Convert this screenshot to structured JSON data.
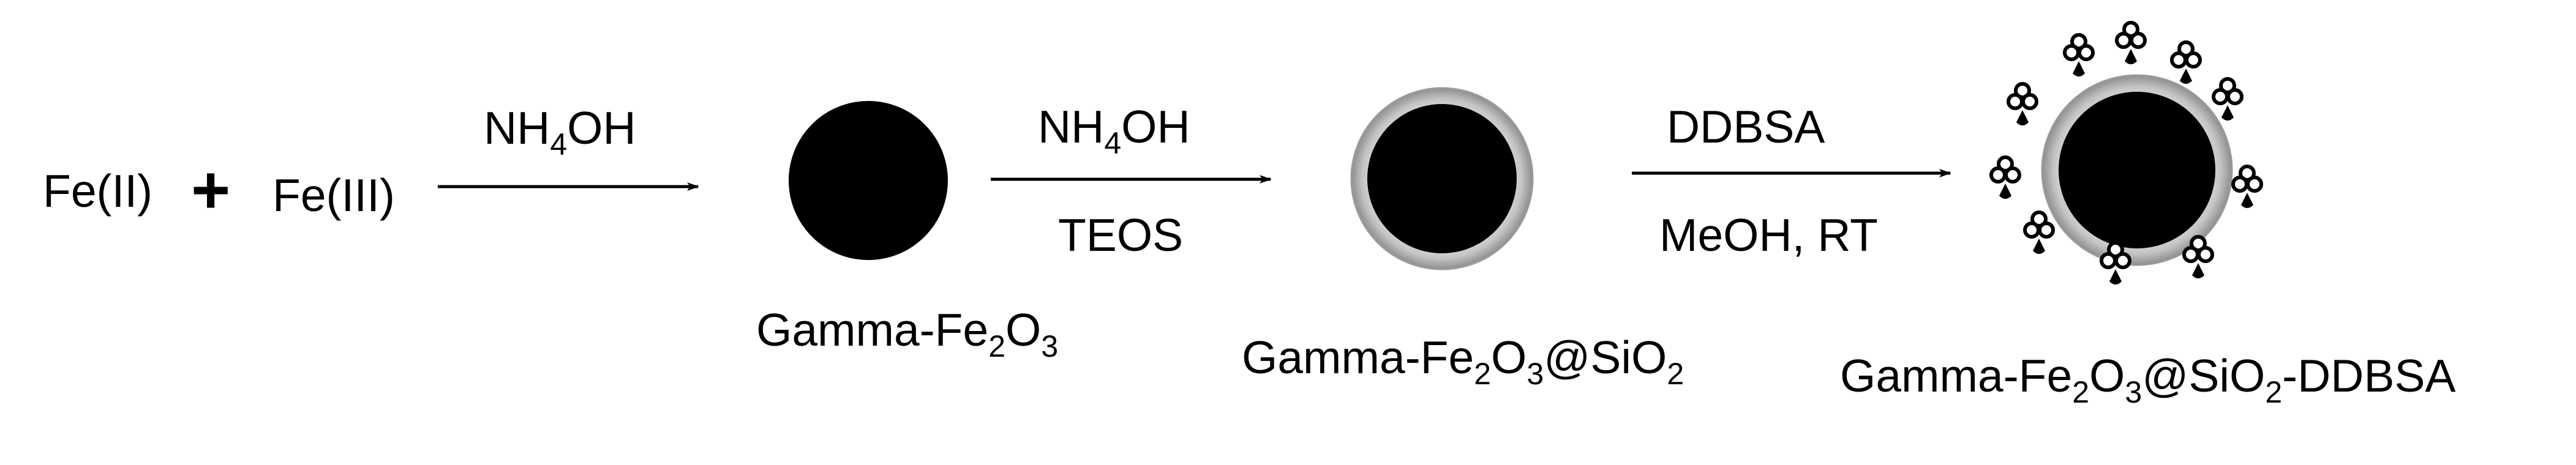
{
  "scheme": {
    "reactants": {
      "first": "Fe(II)",
      "plus": "+",
      "second": "Fe(III)"
    },
    "steps": [
      {
        "above": "NH",
        "above_sub": "4",
        "above_tail": "OH",
        "below": ""
      },
      {
        "above": "NH",
        "above_sub": "4",
        "above_tail": "OH",
        "below": "TEOS"
      },
      {
        "above": "DDBSA",
        "below": "MeOH, RT"
      }
    ],
    "products": [
      {
        "label": [
          "Gamma-Fe",
          "2",
          "O",
          "3"
        ]
      },
      {
        "label": [
          "Gamma-Fe",
          "2",
          "O",
          "3",
          "@SiO",
          "2"
        ]
      },
      {
        "label": [
          "Gamma-Fe",
          "2",
          "O",
          "3",
          "@SiO",
          "2",
          "-DDBSA"
        ]
      }
    ],
    "colors": {
      "core": "#000000",
      "shell": "#c8c8c8",
      "shell_edge": "#9a9a9a",
      "ink": "#000000"
    }
  }
}
